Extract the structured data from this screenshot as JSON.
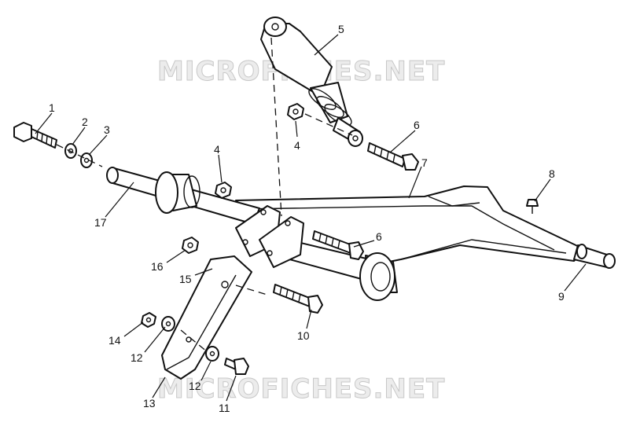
{
  "watermark": {
    "text": "MICROFICHES.NET"
  },
  "callouts": {
    "c1": "1",
    "c2": "2",
    "c3": "3",
    "c4a": "4",
    "c4b": "4",
    "c5": "5",
    "c6a": "6",
    "c6b": "6",
    "c7": "7",
    "c8": "8",
    "c9": "9",
    "c10": "10",
    "c11": "11",
    "c12a": "12",
    "c12b": "12",
    "c13": "13",
    "c14": "14",
    "c15": "15",
    "c16": "16",
    "c17": "17"
  }
}
